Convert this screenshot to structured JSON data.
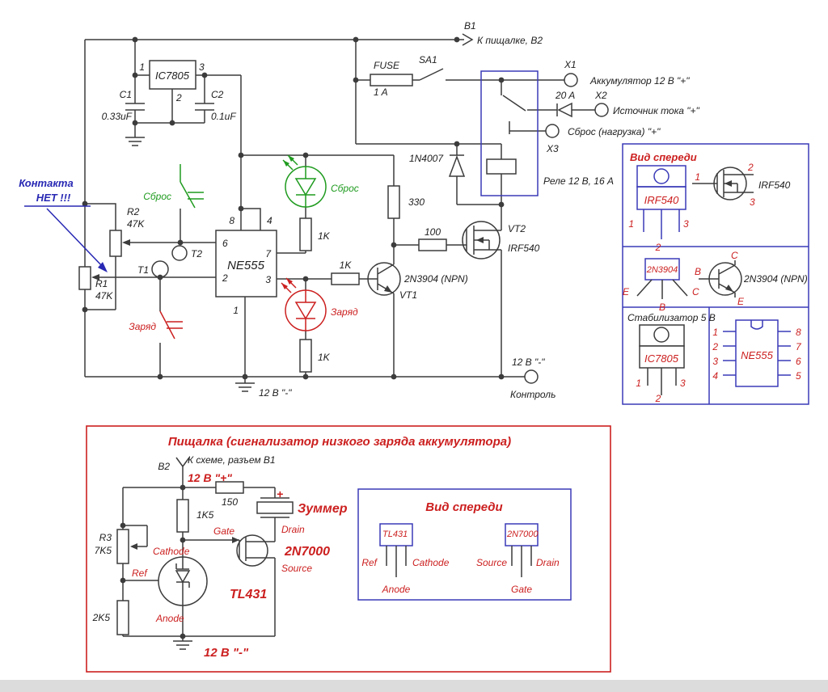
{
  "colors": {
    "line": "#3c3c3c",
    "box_blue": "#3a3ab8",
    "red": "#cc1f1f",
    "green": "#1f9b1f",
    "note_blue": "#2828b4",
    "bg": "#ffffff",
    "bottom_strip": "#dcdcdc"
  },
  "main": {
    "b1": {
      "name": "B1",
      "dest": "К пищалке, B2"
    },
    "fuse": {
      "label": "FUSE",
      "rating": "1 A"
    },
    "sa1": "SA1",
    "x1": {
      "name": "X1",
      "desc": "Аккумулятор 12 В \"+\""
    },
    "x2": {
      "name": "X2",
      "desc": "Источник тока \"+\"",
      "diode_rating": "20 A"
    },
    "x3": {
      "name": "X3",
      "desc": "Сброс (нагрузка) \"+\""
    },
    "relay": "Реле 12 В, 16 А",
    "d1": "1N4007",
    "reg": {
      "part": "IC7805",
      "pin1": "1",
      "pin2": "2",
      "pin3": "3"
    },
    "c1": {
      "ref": "C1",
      "value": "0.33uF"
    },
    "c2": {
      "ref": "C2",
      "value": "0.1uF"
    },
    "note": {
      "line1": "Контакта",
      "line2": "НЕТ !!!"
    },
    "r2": {
      "ref": "R2",
      "value": "47K"
    },
    "r1": {
      "ref": "R1",
      "value": "47K"
    },
    "t1": "T1",
    "t2": "T2",
    "sw_reset": "Сброс",
    "sw_charge": "Заряд",
    "timer": {
      "part": "NE555",
      "pin8": "8",
      "pin4": "4",
      "pin6": "6",
      "pin2": "2",
      "pin7": "7",
      "pin3": "3",
      "pin1": "1"
    },
    "led_green": {
      "label": "Сброс",
      "resistor": "1K"
    },
    "led_red": {
      "label": "Заряд",
      "resistor": "1K"
    },
    "r330": "330",
    "r100": "100",
    "r1k": "1K",
    "vt1": {
      "ref": "VT1",
      "part": "2N3904 (NPN)"
    },
    "vt2": {
      "ref": "VT2",
      "part": "IRF540"
    },
    "gnd_left": "12 В \"-\"",
    "ctrl": {
      "voltage": "12 В \"-\"",
      "label": "Контроль"
    }
  },
  "panel": {
    "front_view": "Вид спереди",
    "irf540": {
      "pkg_label": "IRF540",
      "pin1": "1",
      "pin2": "2",
      "pin3": "3",
      "sym_pin1": "1",
      "sym_pin2": "2",
      "sym_pin3": "3",
      "sym_label": "IRF540"
    },
    "q2n3904": {
      "pkg_label": "2N3904",
      "pin_e": "E",
      "pin_b": "B",
      "pin_c": "C",
      "sym_b": "B",
      "sym_c": "C",
      "sym_e": "E",
      "sym_label": "2N3904 (NPN)"
    },
    "stab": "Стабилизатор 5 В",
    "ic7805": {
      "pkg_label": "IC7805",
      "pin1": "1",
      "pin2": "2",
      "pin3": "3"
    },
    "ne555": {
      "pkg_label": "NE555",
      "l1": "1",
      "l2": "2",
      "l3": "3",
      "l4": "4",
      "r8": "8",
      "r7": "7",
      "r6": "6",
      "r5": "5"
    }
  },
  "buzzer": {
    "title": "Пищалка (сигнализатор низкого заряда аккумулятора)",
    "b2": "B2",
    "b2_dest": "К схеме, разъем B1",
    "vplus": "12 В \"+\"",
    "r150": "150",
    "r1k5": "1K5",
    "r3": {
      "ref": "R3",
      "value": "7K5"
    },
    "r2k5": "2K5",
    "plus": "+",
    "buzzer_label": "Зуммер",
    "q1": {
      "part": "2N7000",
      "gate": "Gate",
      "drain": "Drain",
      "source": "Source"
    },
    "u1": {
      "part": "TL431",
      "cathode": "Cathode",
      "ref": "Ref",
      "anode": "Anode"
    },
    "vminus": "12 В \"-\"",
    "fv": {
      "title": "Вид спереди",
      "tl431": {
        "label": "TL431",
        "ref": "Ref",
        "cathode": "Cathode",
        "anode": "Anode"
      },
      "q2n7000": {
        "label": "2N7000",
        "source": "Source",
        "gate": "Gate",
        "drain": "Drain"
      }
    }
  }
}
